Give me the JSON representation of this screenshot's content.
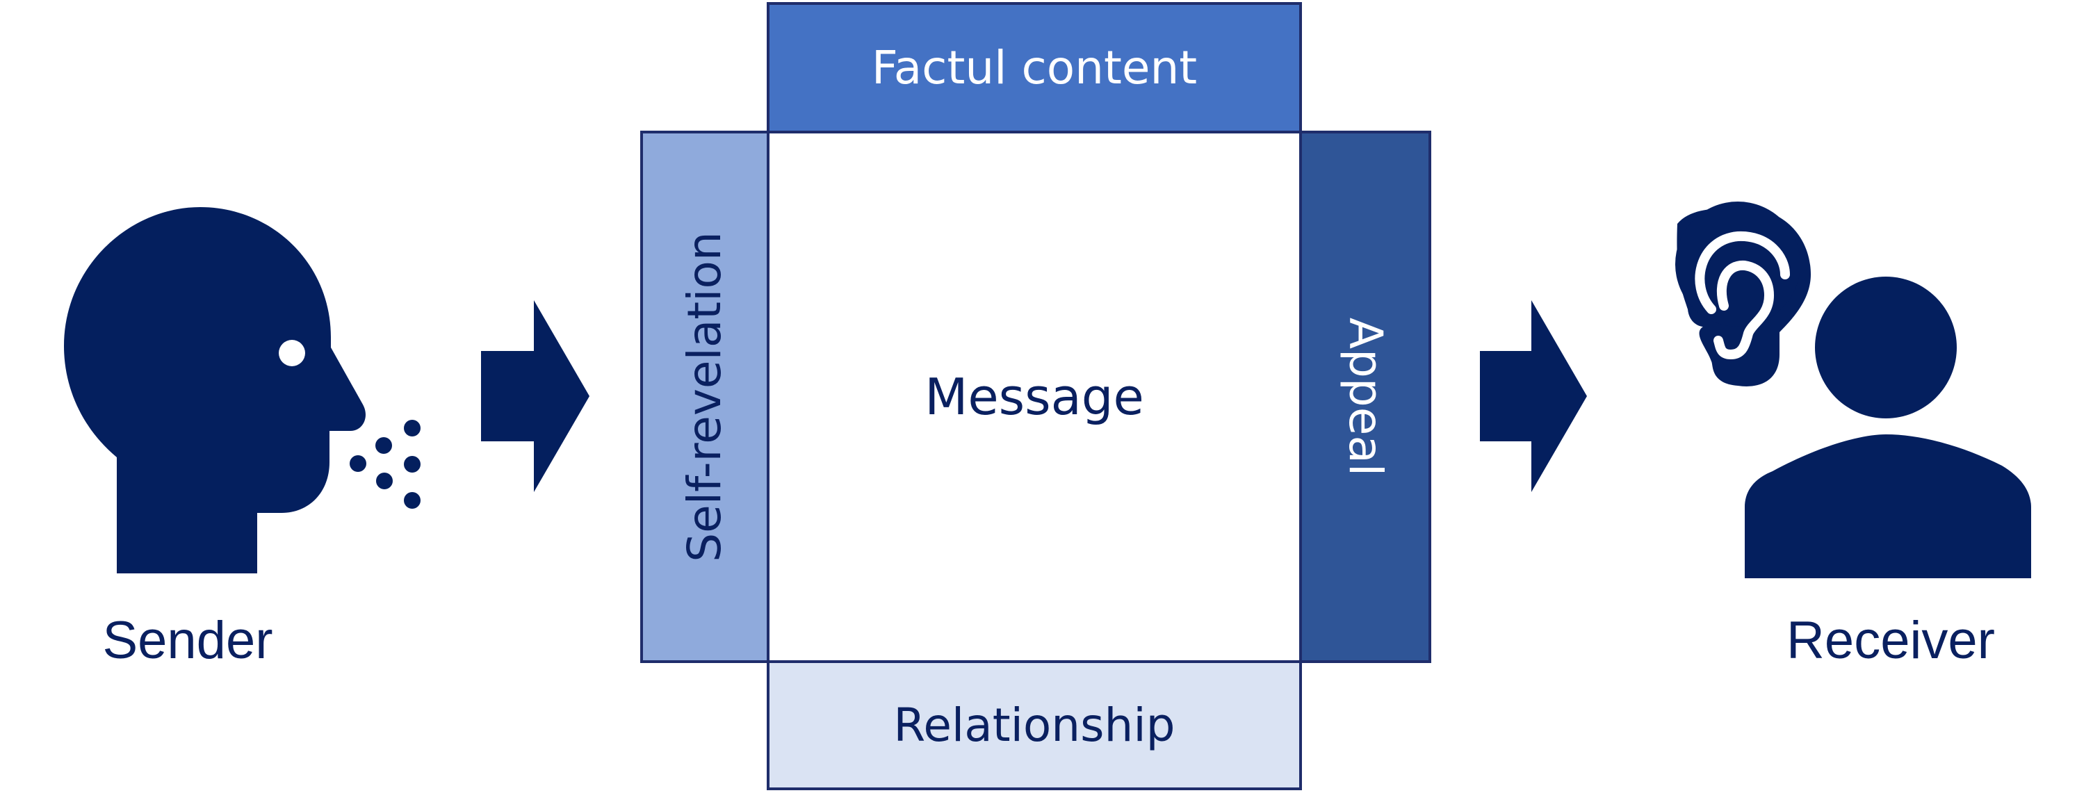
{
  "diagram": {
    "sender": {
      "label": "Sender"
    },
    "receiver": {
      "label": "Receiver"
    },
    "message": {
      "label": "Message"
    },
    "sides": {
      "top": "Factul content",
      "left": "Self-revelation",
      "right": "Appeal",
      "bottom": "Relationship"
    }
  },
  "colors": {
    "navy": "#041f5e",
    "text_dark": "#0a2060",
    "top_box": "#4472c4",
    "left_box": "#8faadc",
    "right_box": "#2f5597",
    "bottom_box": "#dae3f3",
    "border": "#1f2d6b"
  },
  "icons": [
    "speaking-head-icon",
    "arrow-right-icon",
    "ear-icon",
    "person-icon"
  ]
}
